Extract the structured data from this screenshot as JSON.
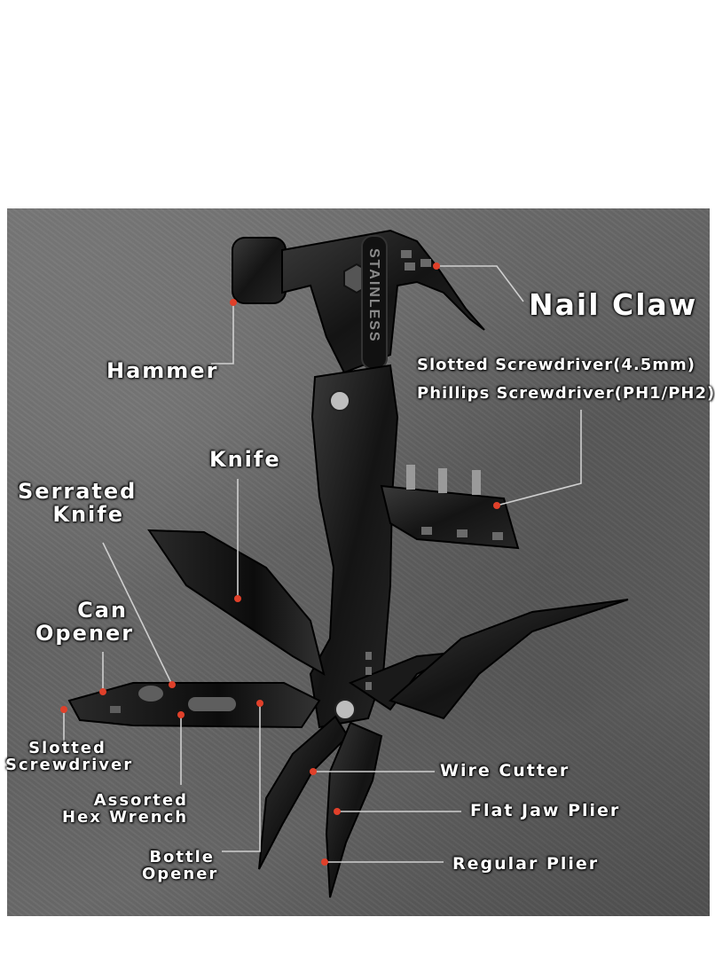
{
  "colors": {
    "accent": "#e0402a",
    "label_text": "#ffffff",
    "tool_body": "#151515",
    "background_stone": "#666666"
  },
  "product": {
    "stamp": "STAINLESS"
  },
  "labels": {
    "nail_claw": "Nail  Claw",
    "hammer": "Hammer",
    "slotted_screwdriver_bit": "Slotted  Screwdriver(4.5mm)",
    "phillips_screwdriver_bit": "Phillips  Screwdriver(PH1/PH2)",
    "knife": "Knife",
    "serrated_knife_line1": "Serrated",
    "serrated_knife_line2": "Knife",
    "can_opener_line1": "Can",
    "can_opener_line2": "Opener",
    "slotted_screwdriver_line1": "Slotted",
    "slotted_screwdriver_line2": "Screwdriver",
    "hex_wrench_line1": "Assorted",
    "hex_wrench_line2": "Hex  Wrench",
    "bottle_opener_line1": "Bottle",
    "bottle_opener_line2": "Opener",
    "wire_cutter": "Wire  Cutter",
    "flat_jaw_plier": "Flat  Jaw  Plier",
    "regular_plier": "Regular  Plier"
  }
}
